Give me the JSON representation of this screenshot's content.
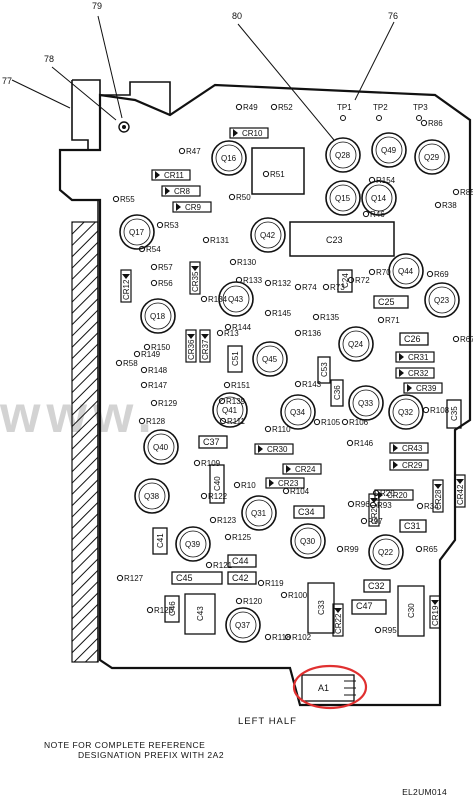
{
  "callouts": [
    "79",
    "78",
    "77",
    "80",
    "76"
  ],
  "board_caption": "LEFT HALF",
  "note_lines": [
    "NOTE FOR COMPLETE REFERENCE",
    "DESIGNATION PREFIX WITH 2A2"
  ],
  "figure_code": "EL2UM014",
  "highlight_label": "A1",
  "highlight_color": "#e03030",
  "watermark_text": "www.",
  "transistors": [
    "Q16",
    "Q28",
    "Q49",
    "Q29",
    "Q15",
    "Q14",
    "Q17",
    "Q42",
    "Q44",
    "Q18",
    "Q43",
    "Q23",
    "Q24",
    "Q45",
    "Q41",
    "Q34",
    "Q33",
    "Q32",
    "Q40",
    "Q38",
    "Q31",
    "Q39",
    "Q30",
    "Q22",
    "Q37"
  ],
  "capacitors": [
    "C23",
    "C24",
    "C25",
    "C26",
    "C51",
    "C53",
    "C36",
    "C35",
    "C37",
    "C40",
    "C34",
    "C41",
    "C44",
    "C45",
    "C42",
    "C46",
    "C43",
    "C33",
    "C47",
    "C30",
    "C32",
    "C31"
  ],
  "diodes": [
    "CR10",
    "CR11",
    "CR8",
    "CR9",
    "CR12",
    "CR35",
    "CR36",
    "CR37",
    "CR31",
    "CR32",
    "CR39",
    "CR30",
    "CR43",
    "CR24",
    "CR29",
    "CR23",
    "CR21",
    "CR20",
    "CR28",
    "CR42",
    "CR22",
    "CR19"
  ],
  "resistors": [
    "R49",
    "R52",
    "R47",
    "R51",
    "R50",
    "R55",
    "R53",
    "R131",
    "R130",
    "R133",
    "R132",
    "R54",
    "R57",
    "R56",
    "R134",
    "R145",
    "R144",
    "R13",
    "R150",
    "R149",
    "R148",
    "R58",
    "R147",
    "R129",
    "R128",
    "R151",
    "R139",
    "R110",
    "R111",
    "R109",
    "R122",
    "R10",
    "R123",
    "R125",
    "R121",
    "R127",
    "R126",
    "R120",
    "R119",
    "R100",
    "R118",
    "R102",
    "R74",
    "R73",
    "R72",
    "R70",
    "R136",
    "R135",
    "R46",
    "R154",
    "R38",
    "R85",
    "R86",
    "R71",
    "R69",
    "R67",
    "R143",
    "R105",
    "R106",
    "R108",
    "R146",
    "R104",
    "R96",
    "R97",
    "R93",
    "R99",
    "R95",
    "R65",
    "R34",
    "R20"
  ],
  "test_points": [
    "TP1",
    "TP2",
    "TP3"
  ]
}
